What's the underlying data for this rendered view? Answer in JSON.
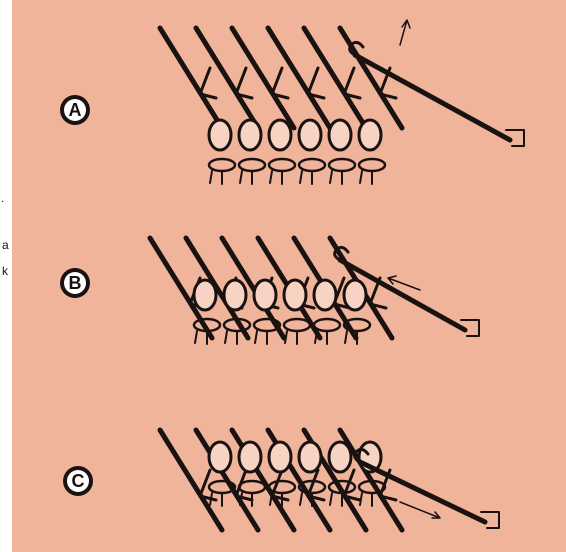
{
  "figure": {
    "steps": [
      {
        "label": "A",
        "arrow": "up"
      },
      {
        "label": "B",
        "arrow": "back"
      },
      {
        "label": "C",
        "arrow": "forward"
      }
    ]
  },
  "margin_text": {
    "line1": ".",
    "line2": "a",
    "line3": "k"
  },
  "colors": {
    "panel": "#f0b49b",
    "ink": "#1a1211",
    "loop_fill": "#f6d3c3",
    "marker_ring": "#1a1211",
    "marker_face": "#ffffff"
  }
}
